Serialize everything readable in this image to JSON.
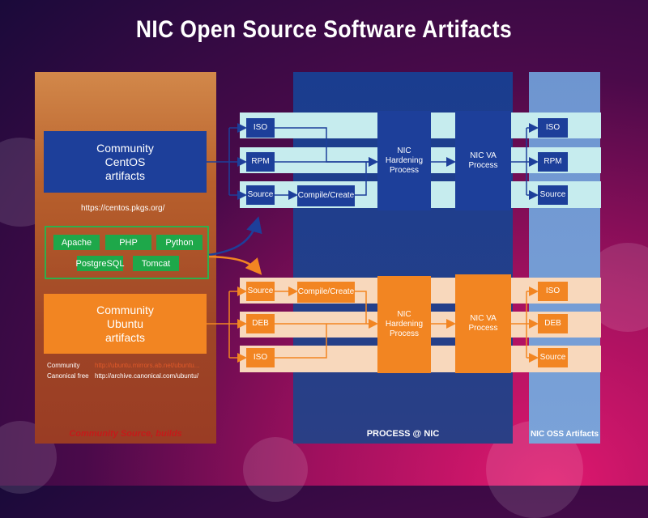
{
  "title": "NIC Open Source Software Artifacts",
  "panels": {
    "community": "Community Source, builds",
    "process": "PROCESS @ NIC",
    "artifacts": "NIC OSS Artifacts"
  },
  "centos": {
    "title_line1": "Community",
    "title_line2": "CentOS",
    "title_line3": "artifacts",
    "url": "https://centos.pkgs.org/"
  },
  "packages": [
    "Apache",
    "PHP",
    "Python",
    "PostgreSQL",
    "Tomcat"
  ],
  "ubuntu": {
    "title_line1": "Community",
    "title_line2": "Ubuntu",
    "title_line3": "artifacts",
    "community_label": "Community",
    "community_url": "http://ubuntu.mirrors.ab.net/ubuntu...",
    "canonical_label": "Canonical free",
    "canonical_url": "http://archive.canonical.com/ubuntu/"
  },
  "centos_flow": {
    "inputs": [
      "ISO",
      "RPM",
      "Source"
    ],
    "compile": "Compile/Create",
    "hardening_line1": "NIC Hardening",
    "hardening_line2": "Process",
    "va_line1": "NIC VA",
    "va_line2": "Process",
    "outputs": [
      "ISO",
      "RPM",
      "Source"
    ]
  },
  "ubuntu_flow": {
    "inputs": [
      "Source",
      "DEB",
      "ISO"
    ],
    "compile": "Compile/Create",
    "hardening_line1": "NIC Hardening",
    "hardening_line2": "Process",
    "va_line1": "NIC VA",
    "va_line2": "Process",
    "outputs": [
      "ISO",
      "DEB",
      "Source"
    ]
  },
  "colors": {
    "blue": "#1d3f9a",
    "orange": "#f28522",
    "green": "#1ea84a",
    "band_blue": "#c6ecee",
    "band_orange": "#f8d8bc"
  }
}
